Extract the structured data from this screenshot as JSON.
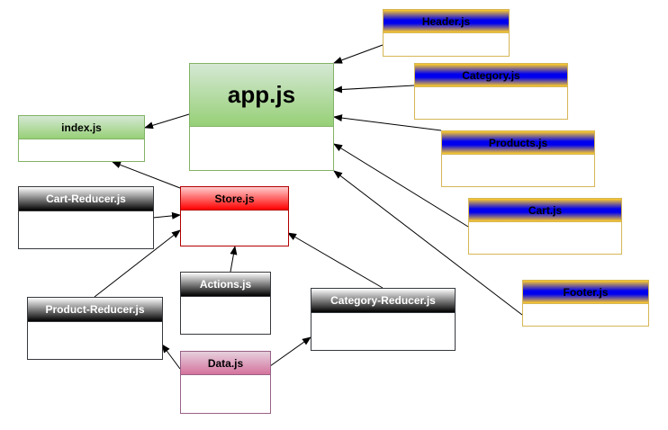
{
  "nodes": {
    "app": {
      "label": "app.js"
    },
    "index": {
      "label": "index.js"
    },
    "store": {
      "label": "Store.js"
    },
    "cart_reducer": {
      "label": "Cart-Reducer.js"
    },
    "product_reducer": {
      "label": "Product-Reducer.js"
    },
    "actions": {
      "label": "Actions.js"
    },
    "data": {
      "label": "Data.js"
    },
    "category_reducer": {
      "label": "Category-Reducer.js"
    },
    "header": {
      "label": "Header.js"
    },
    "category": {
      "label": "Category.js"
    },
    "products": {
      "label": "Products.js"
    },
    "cart": {
      "label": "Cart.js"
    },
    "footer": {
      "label": "Footer.js"
    }
  },
  "edges": [
    {
      "from": "header",
      "to": "app"
    },
    {
      "from": "category",
      "to": "app"
    },
    {
      "from": "products",
      "to": "app"
    },
    {
      "from": "cart",
      "to": "app"
    },
    {
      "from": "footer",
      "to": "app"
    },
    {
      "from": "app",
      "to": "index"
    },
    {
      "from": "store",
      "to": "index"
    },
    {
      "from": "cart_reducer",
      "to": "store"
    },
    {
      "from": "product_reducer",
      "to": "store"
    },
    {
      "from": "actions",
      "to": "store"
    },
    {
      "from": "category_reducer",
      "to": "store"
    },
    {
      "from": "data",
      "to": "product_reducer"
    },
    {
      "from": "data",
      "to": "category_reducer"
    }
  ],
  "colors": {
    "green": "#97d077",
    "red": "#ff0000",
    "black": "#000000",
    "blue": "#0000ee",
    "gold": "#ffcd28",
    "pink": "#d5739d"
  }
}
